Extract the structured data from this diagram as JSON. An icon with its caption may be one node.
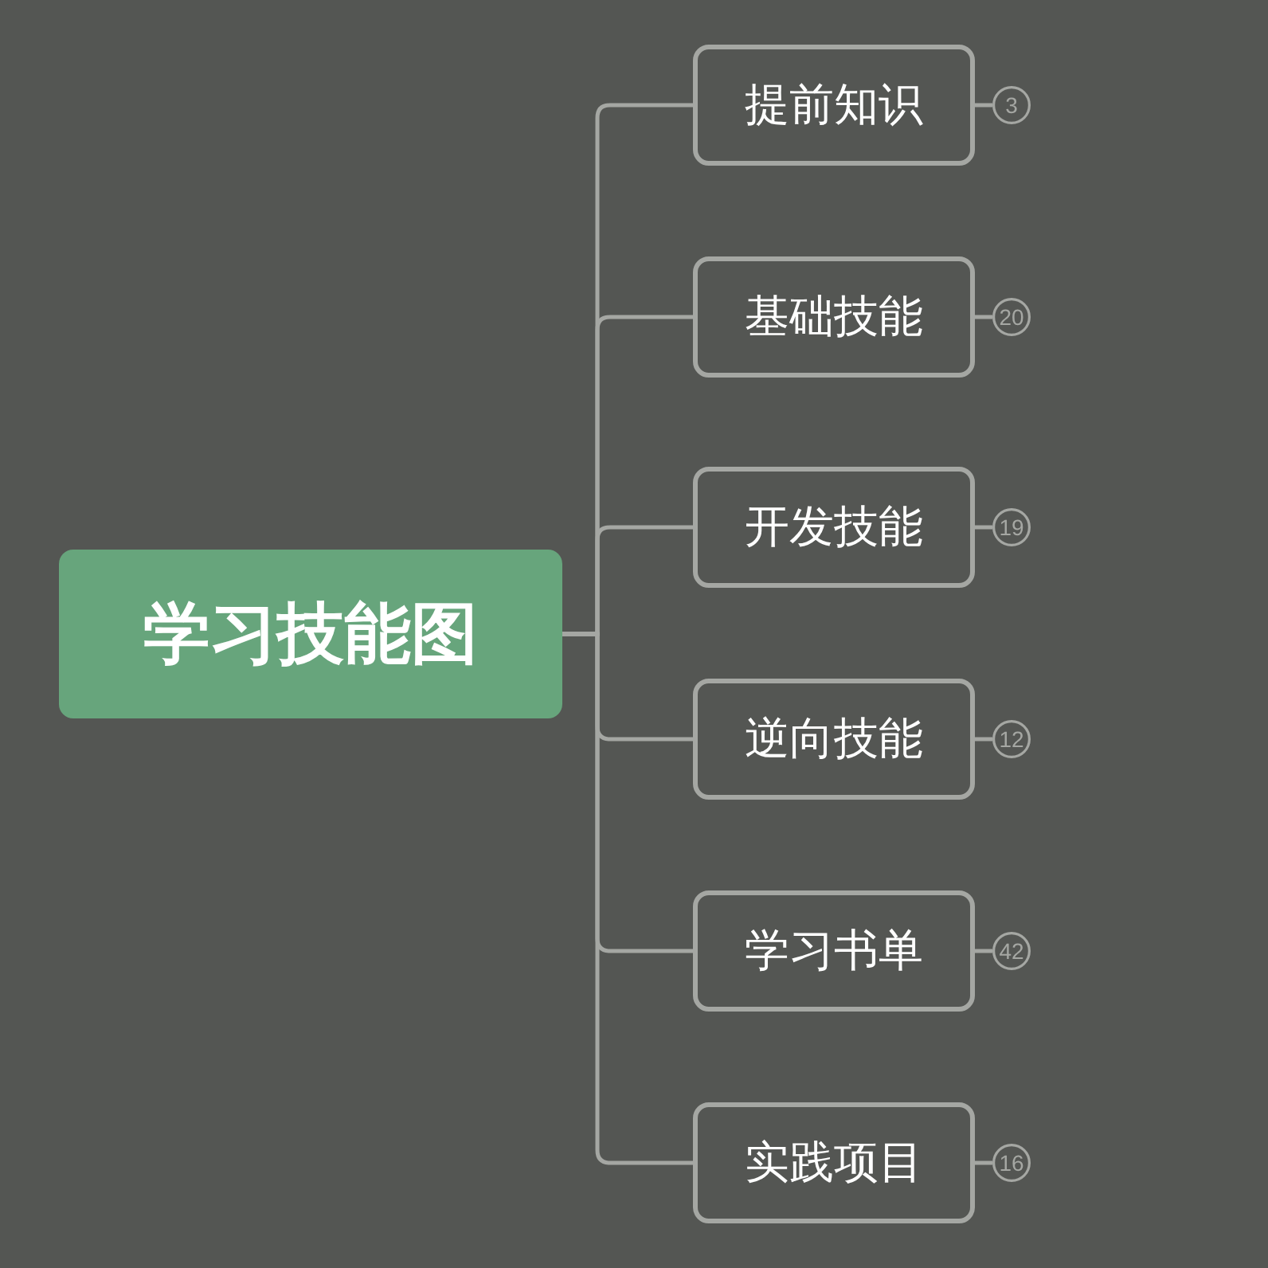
{
  "diagram": {
    "nodes": [
      {
        "text": [
          "学习技能图"
        ]
      },
      {
        "text": [
          "提前知识"
        ]
      },
      {
        "text": [
          "3"
        ]
      },
      {
        "text": [
          "基础技能"
        ]
      },
      {
        "text": [
          "20"
        ]
      },
      {
        "text": [
          "开发技能"
        ]
      },
      {
        "text": [
          "19"
        ]
      },
      {
        "text": [
          "逆向技能"
        ]
      },
      {
        "text": [
          "12"
        ]
      },
      {
        "text": [
          "学习书单"
        ]
      },
      {
        "text": [
          "42"
        ]
      },
      {
        "text": [
          "实践项目"
        ]
      },
      {
        "text": [
          "16"
        ]
      }
    ],
    "edges": [
      {
        "from": 0,
        "to": 1,
        "arrow": "none"
      },
      {
        "from": 1,
        "to": 2,
        "arrow": "none"
      },
      {
        "from": 0,
        "to": 3,
        "arrow": "none"
      },
      {
        "from": 3,
        "to": 4,
        "arrow": "none"
      },
      {
        "from": 0,
        "to": 5,
        "arrow": "none"
      },
      {
        "from": 5,
        "to": 6,
        "arrow": "none"
      },
      {
        "from": 0,
        "to": 7,
        "arrow": "none"
      },
      {
        "from": 7,
        "to": 8,
        "arrow": "none"
      },
      {
        "from": 0,
        "to": 9,
        "arrow": "none"
      },
      {
        "from": 9,
        "to": 10,
        "arrow": "none"
      },
      {
        "from": 0,
        "to": 11,
        "arrow": "none"
      },
      {
        "from": 11,
        "to": 12,
        "arrow": "none"
      }
    ]
  }
}
